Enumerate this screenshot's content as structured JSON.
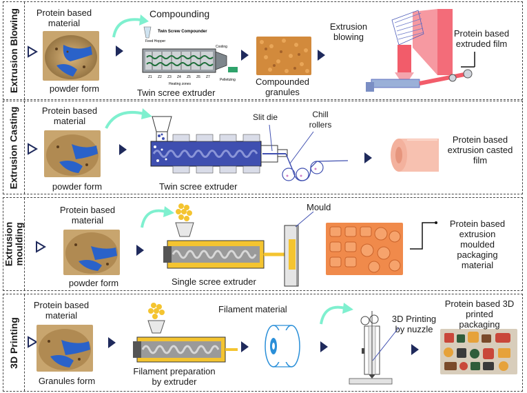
{
  "panels": [
    {
      "side_label": "Extrusion Blowing",
      "input_title": "Protein based\nmaterial",
      "input_form": "powder form",
      "step1_title": "Compounding",
      "step1_caption": "Twin scree extruder",
      "machine_label_main": "Twin Screw Compounder",
      "machine_label_feed": "Feed Hopper",
      "machine_label_cooling": "Cooling",
      "machine_label_pellet": "Pelletizing",
      "machine_label_heat": "Heating zones",
      "machine_zone_numbers": [
        "Z1",
        "Z2",
        "Z3",
        "Z4",
        "Z5",
        "Z6",
        "Z7"
      ],
      "step2_caption": "Compounded\ngranules",
      "step3_title": "Extrusion\nblowing",
      "output": "Protein based\nextruded film"
    },
    {
      "side_label": "Extrusion Casting",
      "input_title": "Protein based\nmaterial",
      "input_form": "powder form",
      "step1_caption": "Twin scree extruder",
      "slit_die": "Slit die",
      "chill_rollers": "Chill\nrollers",
      "output": "Protein based\nextrusion casted\nfilm"
    },
    {
      "side_label": "Extrusion\nmoulding",
      "input_title": "Protein based\nmaterial",
      "input_form": "powder form",
      "step1_caption": "Single scree extruder",
      "mould": "Mould",
      "output": "Protein based\nextrusion\nmoulded\npackaging\nmaterial"
    },
    {
      "side_label": "3D Printing",
      "input_title": "Protein based\nmaterial",
      "input_form": "Granules form",
      "step1_caption": "Filament preparation\nby extruder",
      "filament": "Filament material",
      "printer": "3D Printing\nby nuzzle",
      "output": "Protein based 3D\nprinted\npackaging"
    }
  ],
  "colors": {
    "accent_arrow": "#7ff0cf",
    "step_arrow": "#1f2a5c",
    "extruder_blue": "#3f4fb0",
    "heater_yellow": "#f4c430",
    "film_pink": "#f7c1b0",
    "blow_red": "#f25c6a"
  }
}
